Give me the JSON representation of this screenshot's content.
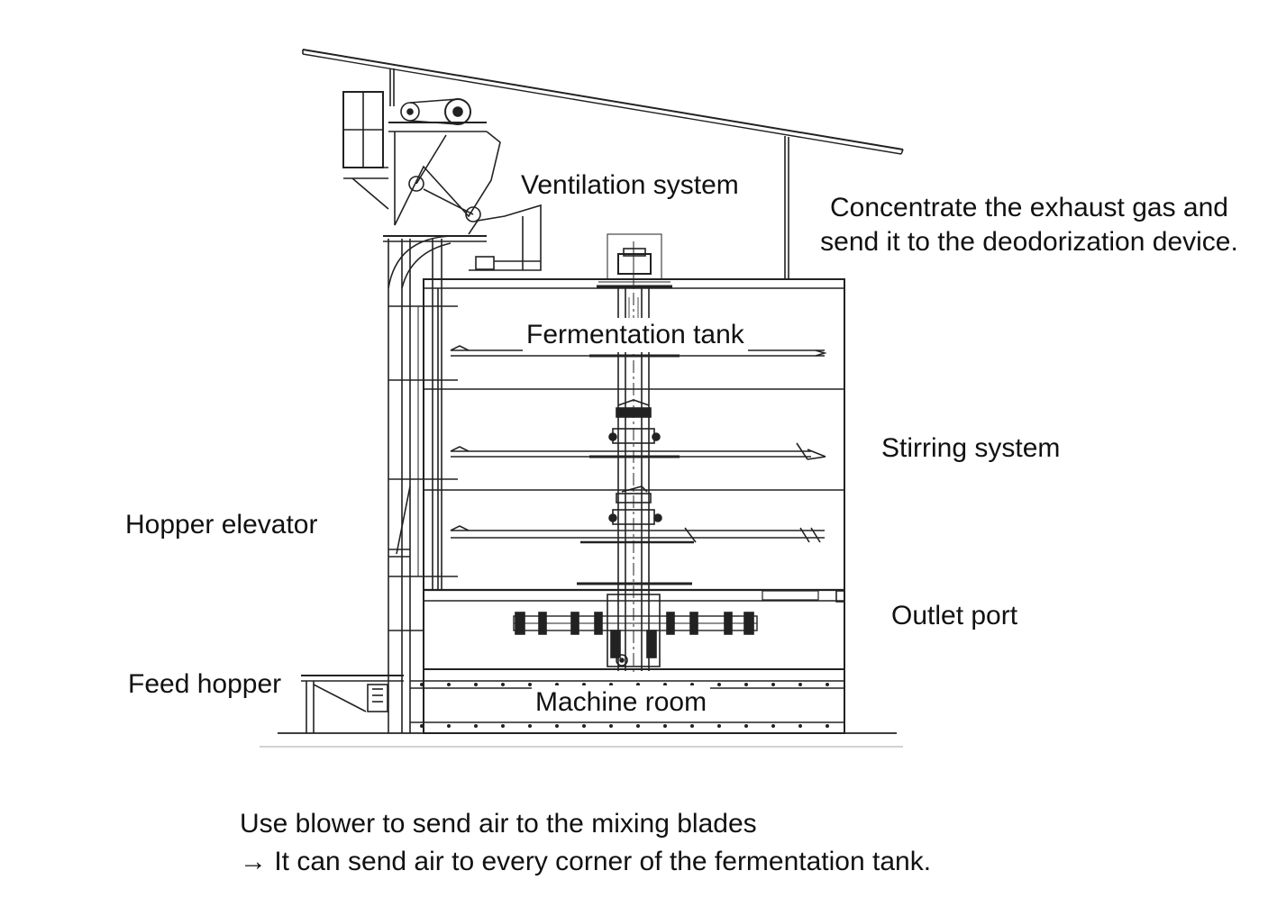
{
  "labels": {
    "ventilation_system": "Ventilation system",
    "exhaust_note_line1": "Concentrate the exhaust gas and",
    "exhaust_note_line2": "send it to the deodorization device.",
    "fermentation_tank": "Fermentation tank",
    "stirring_system": "Stirring system",
    "hopper_elevator": "Hopper elevator",
    "outlet_port": "Outlet port",
    "feed_hopper": "Feed hopper",
    "machine_room": "Machine room"
  },
  "note": {
    "line1": "Use blower to send air to the mixing blades",
    "line2": "→ It can send air to every corner of the fermentation tank."
  },
  "colors": {
    "line": "#222222",
    "text": "#111111",
    "background": "#ffffff"
  }
}
